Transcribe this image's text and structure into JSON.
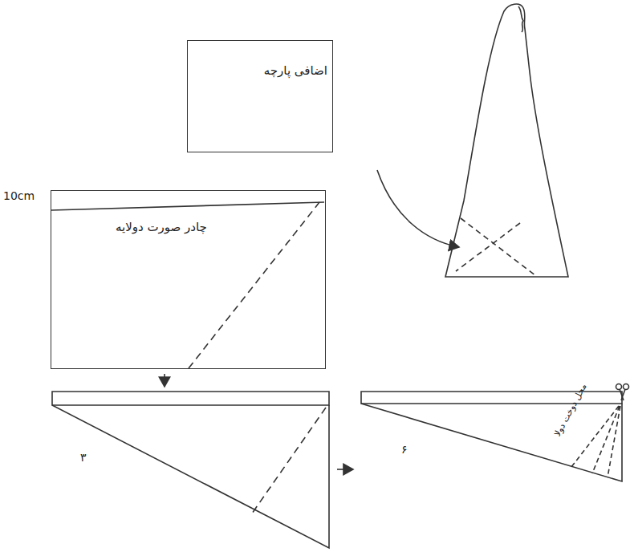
{
  "diagram": {
    "nodes": [
      {
        "text": [
          "اضافی پارچه"
        ]
      },
      {
        "text": [
          "چادر صورت دولایه"
        ]
      }
    ],
    "labels": [
      "10cm",
      "۳",
      "۶",
      "محل دوخت دولا"
    ]
  }
}
